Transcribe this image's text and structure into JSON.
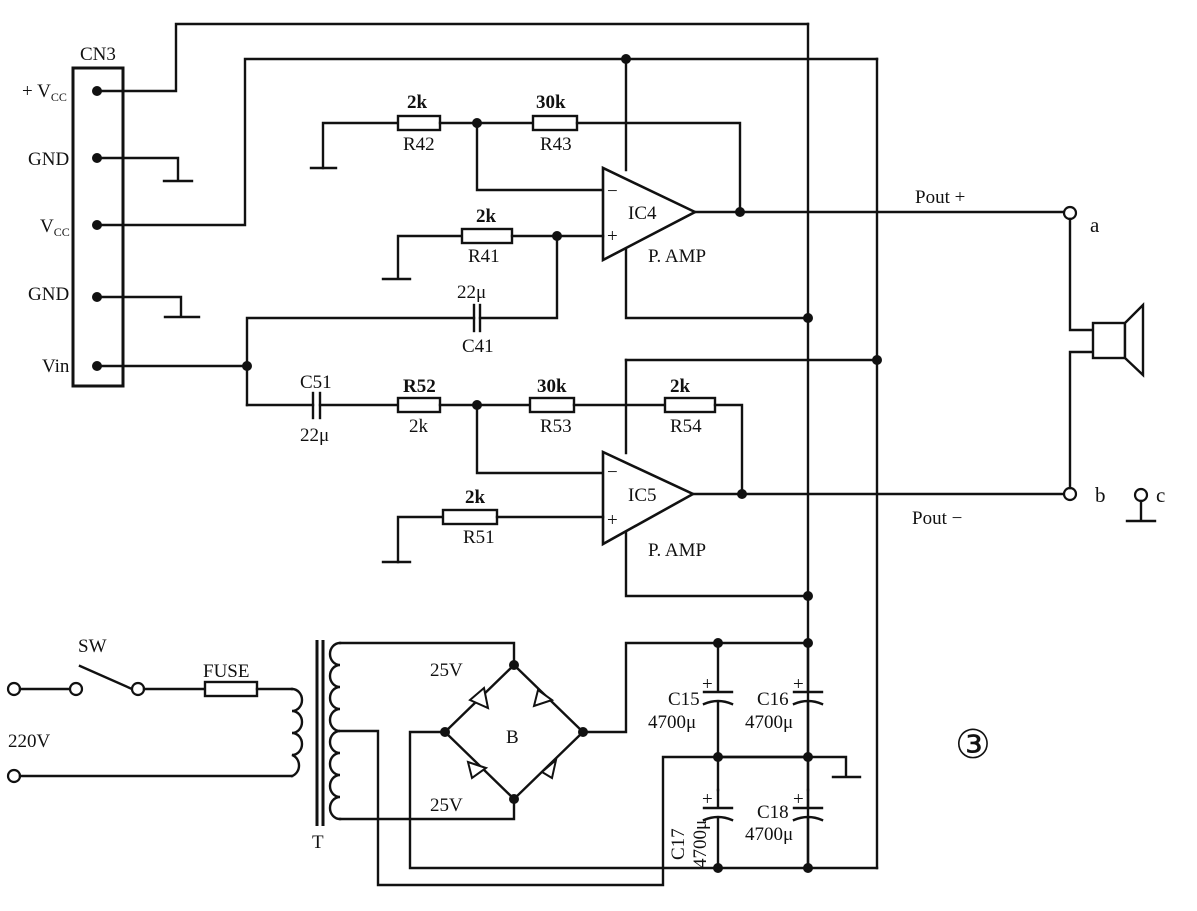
{
  "connector": {
    "name": "CN3",
    "pins": [
      "+ V",
      "GND",
      "V",
      "GND",
      "Vin"
    ],
    "pin_subscripts": [
      "CC",
      "",
      "CC",
      "",
      ""
    ]
  },
  "resistors": {
    "r42": {
      "name": "R42",
      "value": "2k"
    },
    "r43": {
      "name": "R43",
      "value": "30k"
    },
    "r41": {
      "name": "R41",
      "value": "2k"
    },
    "r52": {
      "name": "R52",
      "value": "2k"
    },
    "r53": {
      "name": "R53",
      "value": "30k"
    },
    "r54": {
      "name": "R54",
      "value": "2k"
    },
    "r51": {
      "name": "R51",
      "value": "2k"
    }
  },
  "capacitors": {
    "c41": {
      "name": "C41",
      "value": "22μ"
    },
    "c51": {
      "name": "C51",
      "value": "22μ"
    },
    "c15": {
      "name": "C15",
      "value": "4700μ"
    },
    "c16": {
      "name": "C16",
      "value": "4700μ"
    },
    "c17": {
      "name": "C17",
      "value": "4700μ"
    },
    "c18": {
      "name": "C18",
      "value": "4700μ"
    }
  },
  "amplifiers": {
    "ic4": {
      "name": "IC4",
      "label": "P. AMP",
      "minus": "−",
      "plus": "+"
    },
    "ic5": {
      "name": "IC5",
      "label": "P. AMP",
      "minus": "−",
      "plus": "+"
    }
  },
  "outputs": {
    "pout_plus": "Pout +",
    "pout_minus": "Pout −",
    "a": "a",
    "b": "b",
    "c": "c"
  },
  "power": {
    "switch": "SW",
    "fuse": "FUSE",
    "mains": "220V",
    "transformer": "T",
    "bridge": "B",
    "winding_top": "25V",
    "winding_bottom": "25V",
    "cap_plus": "+"
  },
  "figure_number": "③"
}
